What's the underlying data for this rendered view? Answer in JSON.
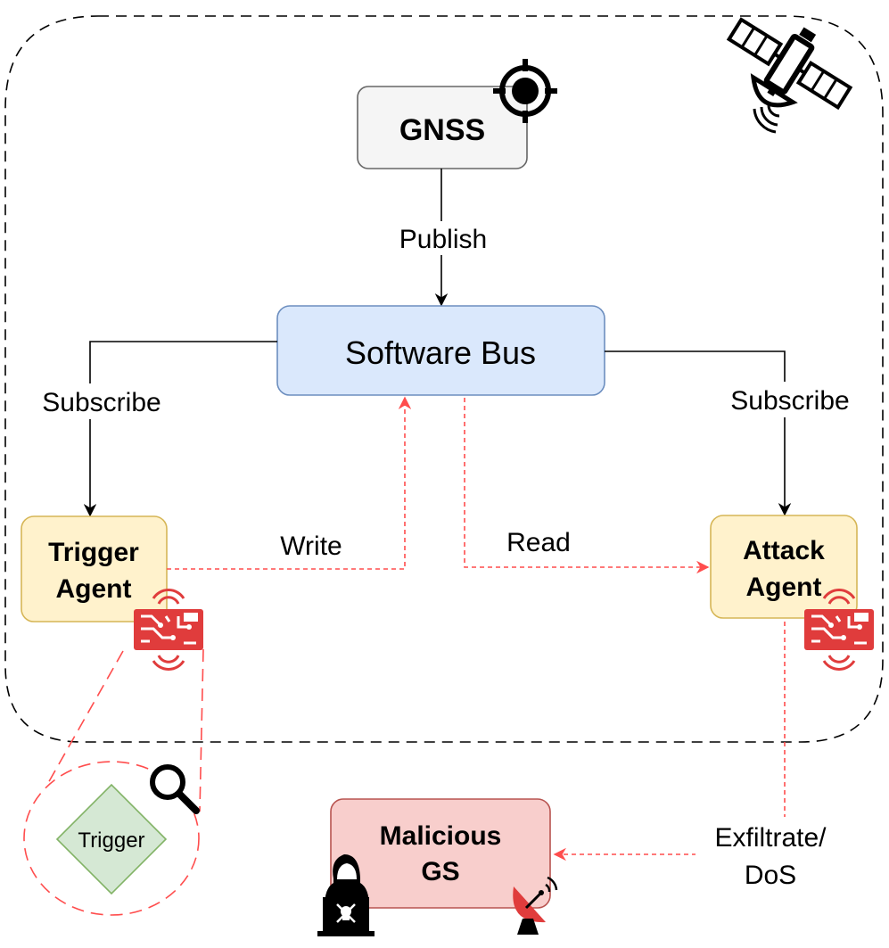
{
  "nodes": {
    "gnss": "GNSS",
    "software_bus": "Software Bus",
    "trigger_agent": [
      "Trigger",
      "Agent"
    ],
    "attack_agent": [
      "Attack",
      "Agent"
    ],
    "malicious_gs": [
      "Malicious",
      "GS"
    ],
    "trigger": "Trigger"
  },
  "edges": {
    "publish": "Publish",
    "subscribe_left": "Subscribe",
    "subscribe_right": "Subscribe",
    "write": "Write",
    "read": "Read",
    "exfiltrate": [
      "Exfiltrate/",
      "DoS"
    ]
  },
  "icons": {
    "gnss": "crosshair-icon",
    "satellite": "satellite-icon",
    "trigger_agent_chip": "circuit-chip-icon",
    "attack_agent_chip": "circuit-chip-icon",
    "magnifier": "magnifier-icon",
    "hacker": "hacker-laptop-icon",
    "dish": "satellite-dish-icon"
  },
  "colors": {
    "gnss_fill": "#f5f5f5",
    "bus_fill": "#dae8fc",
    "bus_stroke": "#6c8ebf",
    "agent_fill": "#fff2cc",
    "agent_stroke": "#d6b656",
    "gs_fill": "#f8cecc",
    "gs_stroke": "#b85450",
    "trigger_fill": "#d5e8d4",
    "trigger_stroke": "#82b366",
    "attack_red": "#ff4d4d",
    "icon_red": "#e03c3c"
  }
}
